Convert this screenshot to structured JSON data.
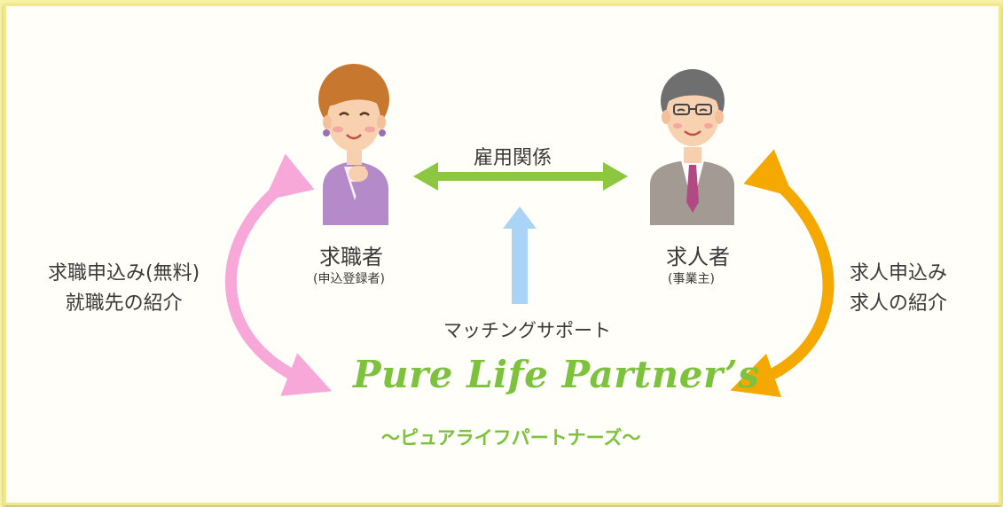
{
  "relations": {
    "employment": "雇用関係",
    "matching_support": "マッチングサポート"
  },
  "job_seeker": {
    "label": "求職者",
    "sublabel": "(申込登録者)"
  },
  "employer": {
    "label": "求人者",
    "sublabel": "(事業主)"
  },
  "left_flow": {
    "line1": "求職申込み(無料)",
    "line2": "就職先の紹介"
  },
  "right_flow": {
    "line1": "求人申込み",
    "line2": "求人の紹介"
  },
  "brand": {
    "name": "Pure Life  Partner’s",
    "kana": "～ピュアライフパートナーズ～"
  },
  "colors": {
    "employment_arrow": "#8dc63f",
    "matching_arrow": "#a9d4f5",
    "seeker_arrow": "#f7a8d8",
    "employer_arrow": "#f5a800",
    "brand": "#7cc23c"
  },
  "icons": [
    "woman-icon",
    "man-icon"
  ]
}
